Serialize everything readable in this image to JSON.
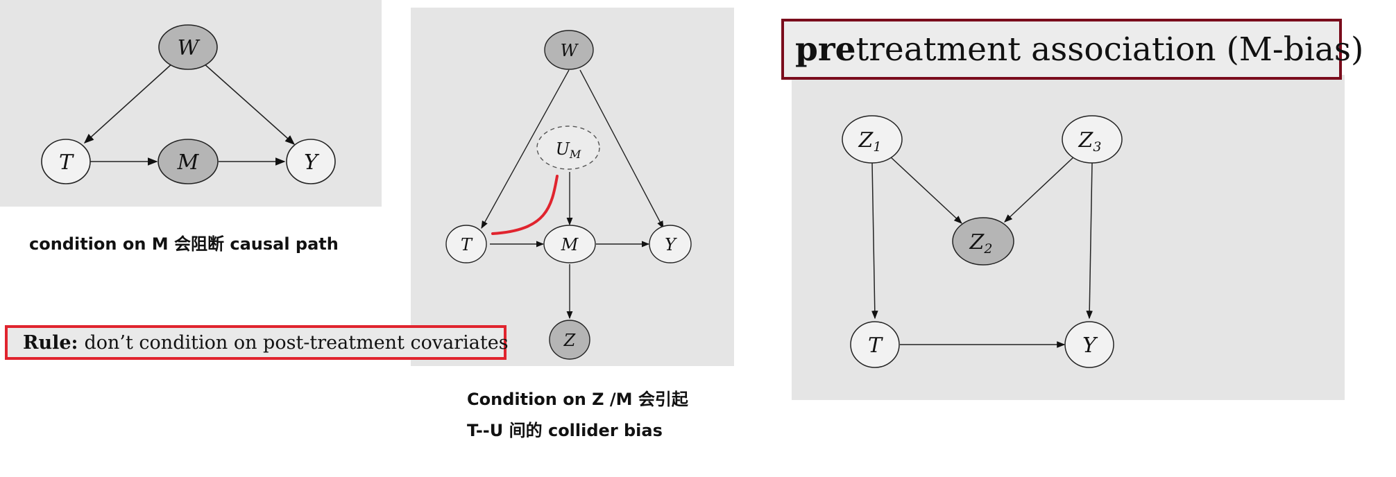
{
  "panel1": {
    "nodes": {
      "w": "W",
      "t": "T",
      "m": "M",
      "y": "Y"
    },
    "caption": "condition on M 会阻断 causal path"
  },
  "rule": {
    "bold": "Rule:",
    "text": "don’t condition on post-treatment covariates"
  },
  "panel2": {
    "nodes": {
      "w": "W",
      "u": "U",
      "u_sub": "M",
      "t": "T",
      "m": "M",
      "y": "Y",
      "z": "Z"
    },
    "caption_line1": "Condition on Z /M 会引起",
    "caption_line2": "T--U 间的 collider bias"
  },
  "panel3": {
    "title_bold": "pre",
    "title_rest": "treatment association (M-bias)",
    "nodes": {
      "z1": "Z",
      "z1_sub": "1",
      "z3": "Z",
      "z3_sub": "3",
      "z2": "Z",
      "z2_sub": "2",
      "t": "T",
      "y": "Y"
    }
  },
  "colors": {
    "panel_bg": "#e5e5e5",
    "node_fill": "#f2f2f2",
    "node_shaded": "#b5b5b5",
    "annotation_red": "#e0242e",
    "title_border": "#7a0c1c"
  }
}
